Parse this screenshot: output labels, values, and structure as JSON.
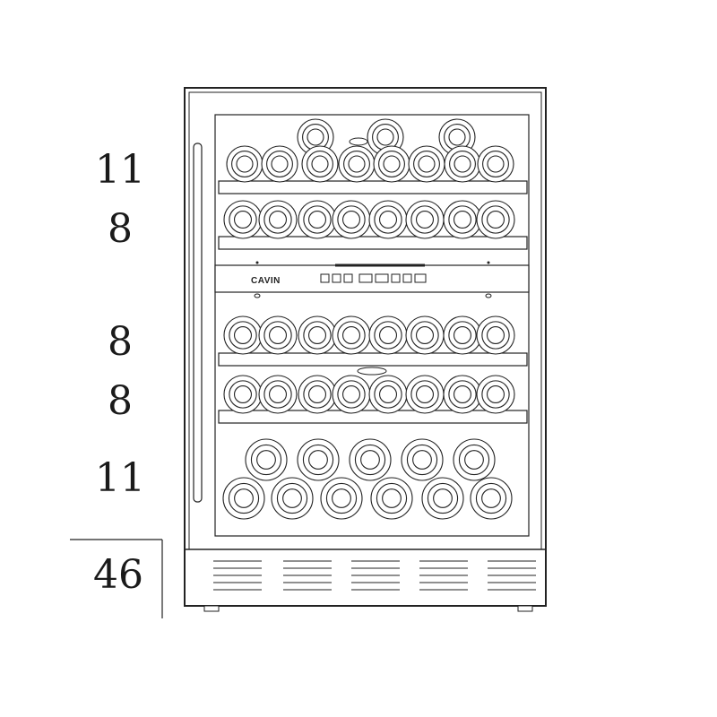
{
  "brand": {
    "name": "CAVIN"
  },
  "shelf_counts": [
    {
      "id": "shelf-1",
      "bottles": "11"
    },
    {
      "id": "shelf-2",
      "bottles": "8"
    },
    {
      "id": "shelf-3",
      "bottles": "8"
    },
    {
      "id": "shelf-4",
      "bottles": "8"
    },
    {
      "id": "shelf-5",
      "bottles": "11"
    }
  ],
  "total": {
    "bottles": "46"
  },
  "colors": {
    "line": "#222222",
    "background": "#ffffff"
  }
}
